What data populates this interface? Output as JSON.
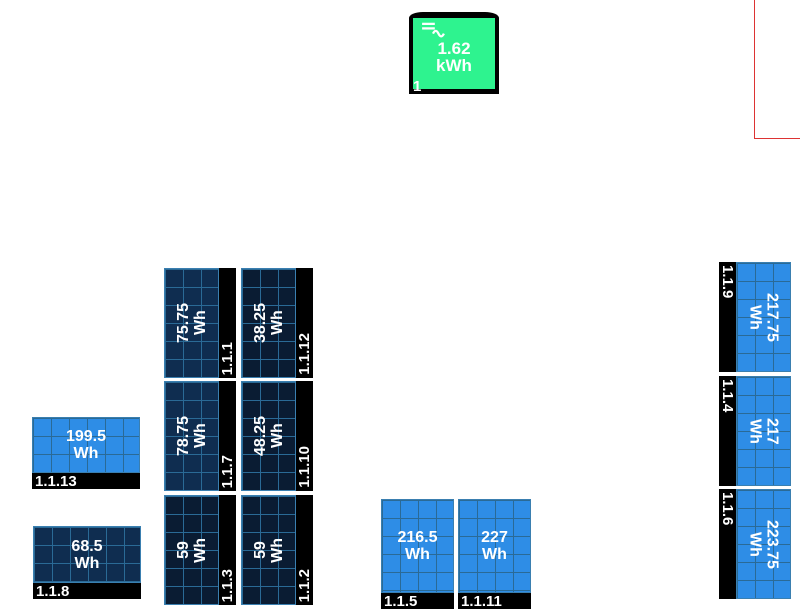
{
  "meter": {
    "id": "1",
    "energy": "1.62",
    "unit": "kWh",
    "color": "#2ef38f",
    "icon": "grid-ac-icon"
  },
  "colors": {
    "bright": "#2e8de6",
    "navy": "#0f2d50",
    "dark": "#0a1c33"
  },
  "panels": [
    {
      "id": "1.1.13",
      "energy": "199.5",
      "unit": "Wh"
    },
    {
      "id": "1.1.8",
      "energy": "68.5",
      "unit": "Wh"
    },
    {
      "id": "1.1.1",
      "energy": "75.75",
      "unit": "Wh"
    },
    {
      "id": "1.1.12",
      "energy": "38.25",
      "unit": "Wh"
    },
    {
      "id": "1.1.7",
      "energy": "78.75",
      "unit": "Wh"
    },
    {
      "id": "1.1.10",
      "energy": "48.25",
      "unit": "Wh"
    },
    {
      "id": "1.1.3",
      "energy": "59",
      "unit": "Wh"
    },
    {
      "id": "1.1.2",
      "energy": "59",
      "unit": "Wh"
    },
    {
      "id": "1.1.5",
      "energy": "216.5",
      "unit": "Wh"
    },
    {
      "id": "1.1.11",
      "energy": "227",
      "unit": "Wh"
    },
    {
      "id": "1.1.9",
      "energy": "217.75",
      "unit": "Wh"
    },
    {
      "id": "1.1.4",
      "energy": "217",
      "unit": "Wh"
    },
    {
      "id": "1.1.6",
      "energy": "223.75",
      "unit": "Wh"
    }
  ]
}
